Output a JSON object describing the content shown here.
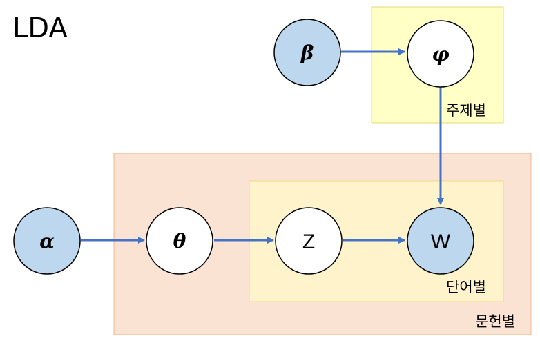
{
  "title": "LDA",
  "plates": {
    "topic": {
      "label": "주제별",
      "fill": "#ffffc6",
      "stroke": "#e6d97a"
    },
    "document": {
      "label": "문헌별",
      "fill": "#fbe3d4",
      "stroke": "#f0b48c"
    },
    "word": {
      "label": "단어별",
      "fill": "#fff3cc",
      "stroke": "#f2d78a"
    }
  },
  "nodes": {
    "beta": {
      "label": "β",
      "observed": true
    },
    "phi": {
      "label": "φ",
      "observed": false
    },
    "alpha": {
      "label": "α",
      "observed": true
    },
    "theta": {
      "label": "θ",
      "observed": false
    },
    "z": {
      "label": "Z",
      "observed": false
    },
    "w": {
      "label": "W",
      "observed": true
    }
  },
  "colors": {
    "shaded_node": "#bdd7ee",
    "open_node": "#ffffff",
    "node_stroke": "#000000",
    "edge": "#4472c4"
  }
}
